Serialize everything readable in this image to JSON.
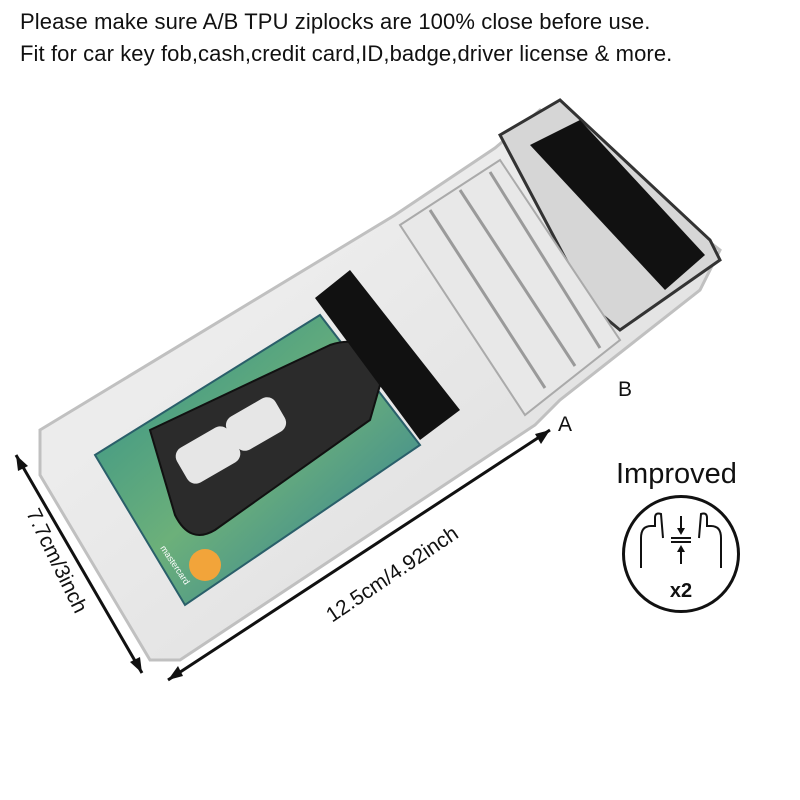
{
  "caption": {
    "line1": "Please make sure A/B TPU ziplocks are 100% close before use.",
    "line2": "Fit for car key fob,cash,credit card,ID,badge,driver license & more."
  },
  "labels": {
    "a": "A",
    "b": "B"
  },
  "dimensions": {
    "length": "12.5cm/4.92inch",
    "width": "7.7cm/3inch"
  },
  "improved": {
    "title": "Improved",
    "multiplier": "x2"
  },
  "card": {
    "brand": "mastercard"
  },
  "colors": {
    "velcro": "#111111",
    "pouch_edge": "#cfcfcf",
    "card_teal": "#3a9a8a",
    "mastercard_orange": "#f2a43a",
    "key_fob": "#2b2b2b"
  }
}
